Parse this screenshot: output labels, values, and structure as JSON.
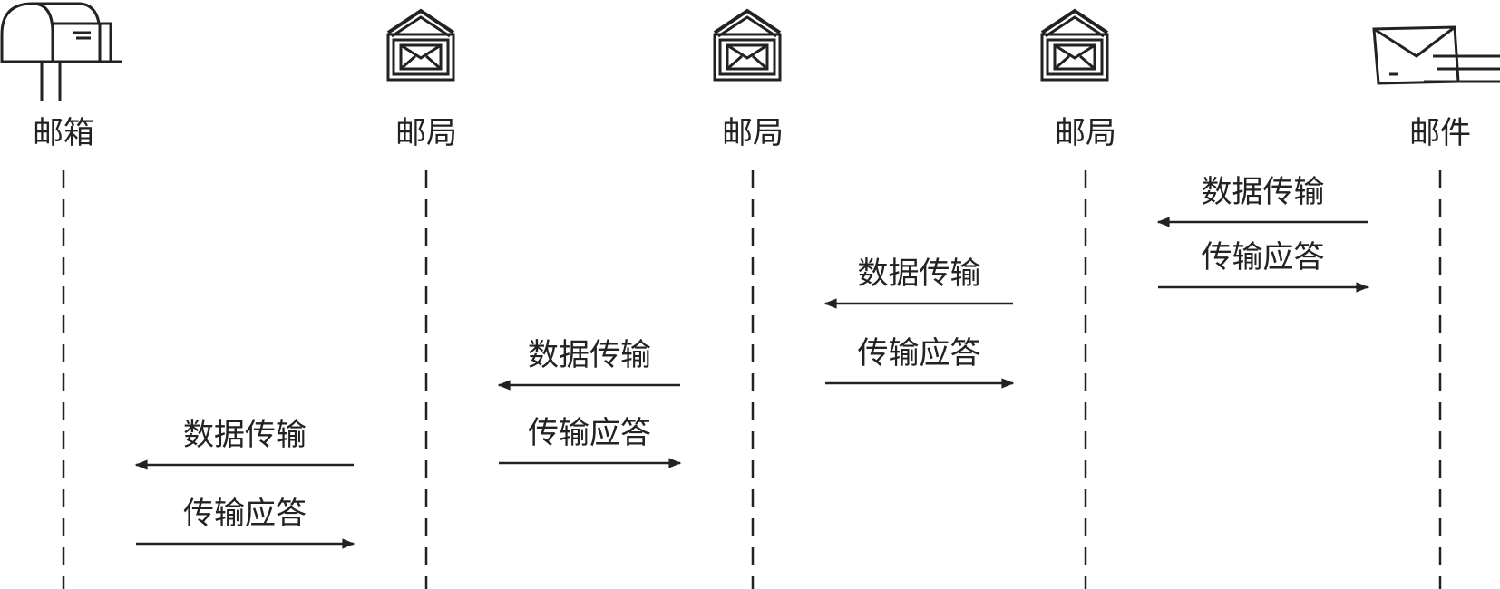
{
  "colors": {
    "ink": "#222222",
    "background": "#ffffff"
  },
  "lanes": [
    {
      "id": "mailbox",
      "label": "邮箱",
      "icon": "mailbox-icon"
    },
    {
      "id": "post-office-1",
      "label": "邮局",
      "icon": "post-office-icon"
    },
    {
      "id": "post-office-2",
      "label": "邮局",
      "icon": "post-office-icon"
    },
    {
      "id": "post-office-3",
      "label": "邮局",
      "icon": "post-office-icon"
    },
    {
      "id": "mail",
      "label": "邮件",
      "icon": "envelope-icon"
    }
  ],
  "messages": [
    {
      "from": 4,
      "to": 3,
      "label": "数据传输"
    },
    {
      "from": 3,
      "to": 4,
      "label": "传输应答"
    },
    {
      "from": 3,
      "to": 2,
      "label": "数据传输"
    },
    {
      "from": 2,
      "to": 3,
      "label": "传输应答"
    },
    {
      "from": 2,
      "to": 1,
      "label": "数据传输"
    },
    {
      "from": 1,
      "to": 2,
      "label": "传输应答"
    },
    {
      "from": 1,
      "to": 0,
      "label": "数据传输"
    },
    {
      "from": 0,
      "to": 1,
      "label": "传输应答"
    }
  ]
}
